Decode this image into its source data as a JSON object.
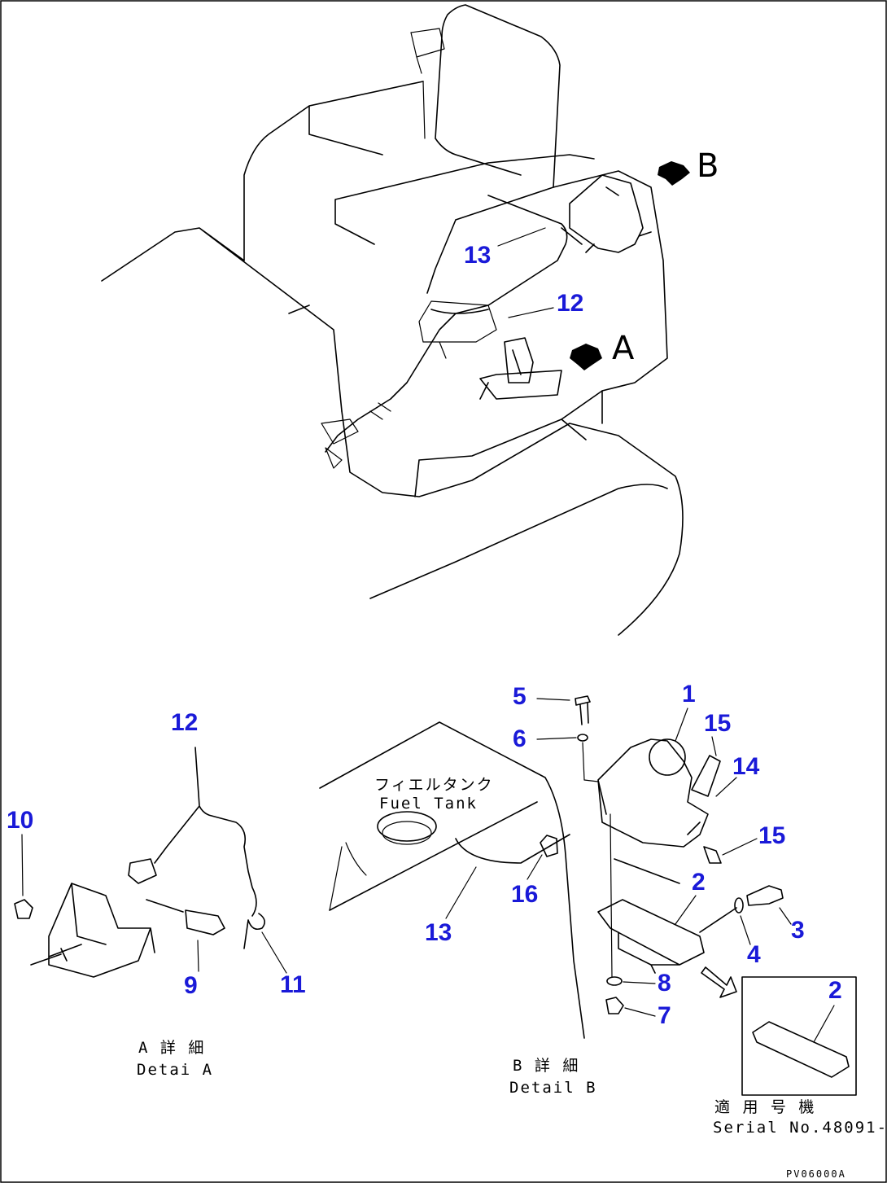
{
  "diagram": {
    "view_labels": {
      "a": "A",
      "b": "B"
    },
    "callouts": {
      "top_13": "13",
      "top_12": "12",
      "detA_12": "12",
      "detA_10": "10",
      "detA_9": "9",
      "detA_11": "11",
      "detB_5": "5",
      "detB_6": "6",
      "detB_1": "1",
      "detB_15a": "15",
      "detB_14": "14",
      "detB_15b": "15",
      "detB_2": "2",
      "detB_3": "3",
      "detB_4": "4",
      "detB_16": "16",
      "detB_13": "13",
      "detB_8": "8",
      "detB_7": "7",
      "serial_2": "2"
    },
    "detail_a": {
      "jp": "A 詳 細",
      "en": "Detai A"
    },
    "detail_b": {
      "jp": "B 詳 細",
      "en": "Detail B"
    },
    "fuel_tank": {
      "jp": "フィエルタンク",
      "en": "Fuel Tank"
    },
    "serial": {
      "jp": "適 用 号 機",
      "en": "Serial No.48091-"
    },
    "drawing_code": "PV06000A",
    "colors": {
      "callout": "#1a1ad8",
      "line": "#000000"
    }
  }
}
